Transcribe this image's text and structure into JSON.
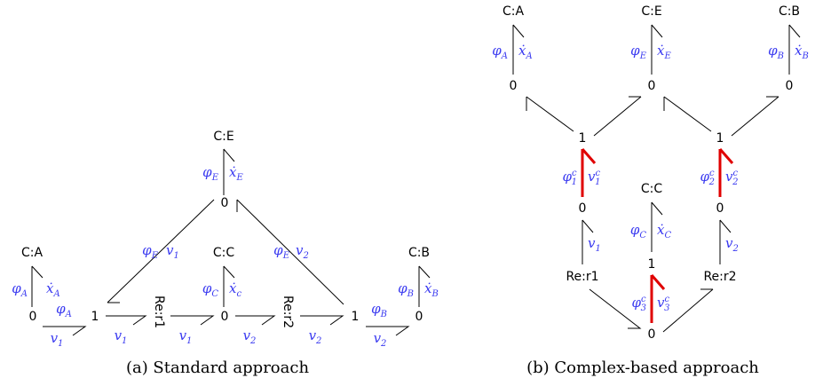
{
  "diagram_a": {
    "caption": "(a) Standard approach",
    "nodes": {
      "ce": "C:E",
      "ca": "C:A",
      "cc": "C:C",
      "cb": "C:B",
      "zero_top": "0",
      "zero_left": "0",
      "one_left": "1",
      "rer1": "Re:r1",
      "zero_mid": "0",
      "rer2": "Re:r2",
      "one_right": "1",
      "zero_right": "0"
    },
    "labels": {
      "ce_effort": "φ_E",
      "ce_flow": "ẋ_E",
      "ca_effort": "φ_A",
      "ca_flow": "ẋ_A",
      "cc_effort": "φ_C",
      "cc_flow": "ẋ_c",
      "cb_effort": "φ_B",
      "cb_flow": "ẋ_B",
      "left_diag_effort": "φ_E",
      "left_diag_flow": "v_1",
      "right_diag_effort": "φ_E",
      "right_diag_flow": "v_2",
      "b01_effort": "φ_A",
      "b01_flow": "v_1",
      "b1r1_flow": "v_1",
      "br10_flow": "v_1",
      "b0r2_flow": "v_2",
      "br21_flow": "v_2",
      "b10_effort": "φ_B",
      "b10_flow": "v_2"
    }
  },
  "diagram_b": {
    "caption": "(b) Complex-based approach",
    "nodes": {
      "ca": "C:A",
      "ce": "C:E",
      "cb": "C:B",
      "zero_a": "0",
      "zero_e": "0",
      "zero_b": "0",
      "one_1": "1",
      "one_2": "1",
      "zero_1": "0",
      "zero_2": "0",
      "cc": "C:C",
      "one_3": "1",
      "rer1": "Re:r1",
      "rer2": "Re:r2",
      "zero_bottom": "0"
    },
    "labels": {
      "ca_effort": "φ_A",
      "ca_flow": "ẋ_A",
      "ce_effort": "φ_E",
      "ce_flow": "ẋ_E",
      "cb_effort": "φ_B",
      "cb_flow": "ẋ_B",
      "c1_effort": "φ^c_1",
      "c1_flow": "v^c_1",
      "c2_effort": "φ^c_2",
      "c2_flow": "v^c_2",
      "cc_effort": "φ_C",
      "cc_flow": "ẋ_C",
      "v1": "v_1",
      "v2": "v_2",
      "c3_effort": "φ^c_3",
      "c3_flow": "v^c_3"
    },
    "colors": {
      "complex_bond": "#e00000",
      "labels": "#3a3af0"
    }
  }
}
